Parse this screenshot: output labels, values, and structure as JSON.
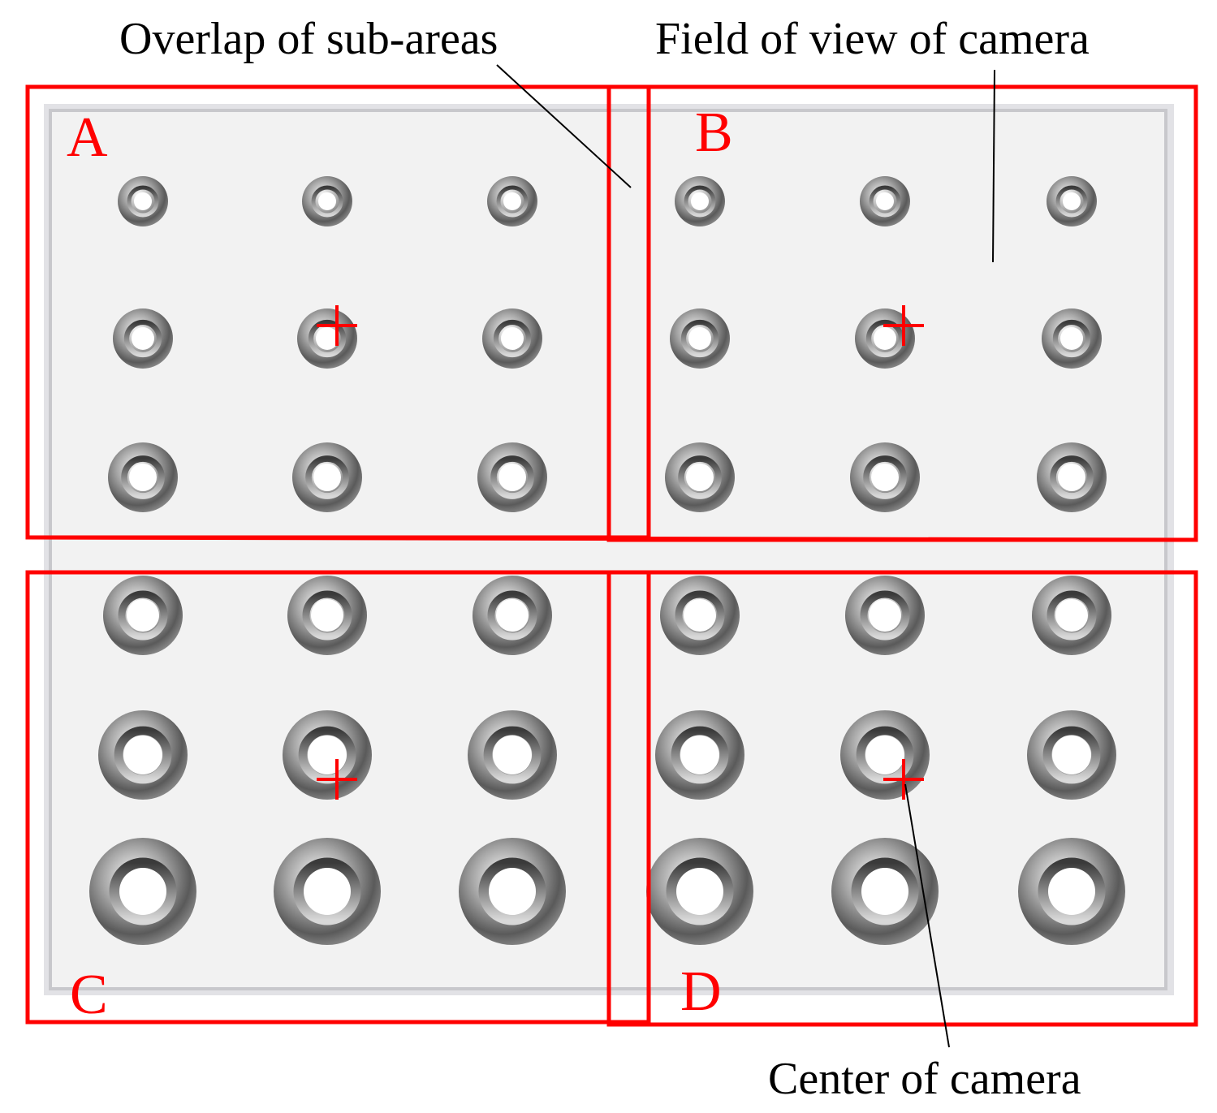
{
  "labels": {
    "overlap": "Overlap of sub-areas",
    "field_of_view": "Field of view of camera",
    "center": "Center of camera"
  },
  "regions": [
    {
      "id": "A",
      "label": "A"
    },
    {
      "id": "B",
      "label": "B"
    },
    {
      "id": "C",
      "label": "C"
    },
    {
      "id": "D",
      "label": "D"
    }
  ],
  "plate": {
    "columns": 6,
    "rows": 6,
    "hole_count": 36
  },
  "colors": {
    "annotation": "#ff0000",
    "text": "#000000",
    "plate": "#f2f2f2",
    "plate_edge": "#c8c8cc"
  }
}
